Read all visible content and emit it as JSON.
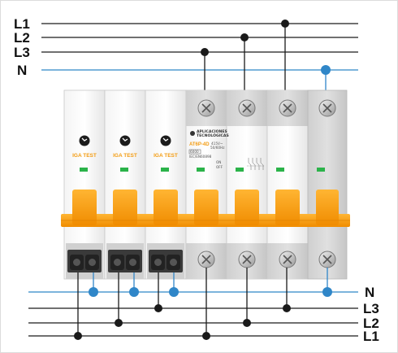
{
  "colors": {
    "line": "#1a1a1a",
    "neutral": "#2f86c8",
    "accent": "#f7a21b",
    "led": "#2bb34a",
    "body": "#e9e9e9",
    "body_dark": "#d4d4d4"
  },
  "bus_labels_top": [
    "L1",
    "L2",
    "L3",
    "N"
  ],
  "bus_labels_bottom": [
    "N",
    "L3",
    "L2",
    "L1"
  ],
  "rcd_modules": [
    {
      "label": "IGA TEST"
    },
    {
      "label": "IGA TEST"
    },
    {
      "label": "IGA TEST"
    }
  ],
  "brand": {
    "line1": "APLICACIONES",
    "line2": "TECNOLÓGICAS",
    "model": "AT6P-4D",
    "voltage": "415V~",
    "freq": "50/60Hz",
    "rating": "6000",
    "standard": "IEC/EN60898",
    "on": "ON",
    "off": "OFF"
  },
  "terminal_icons": [
    "terminal-screw-icon"
  ]
}
